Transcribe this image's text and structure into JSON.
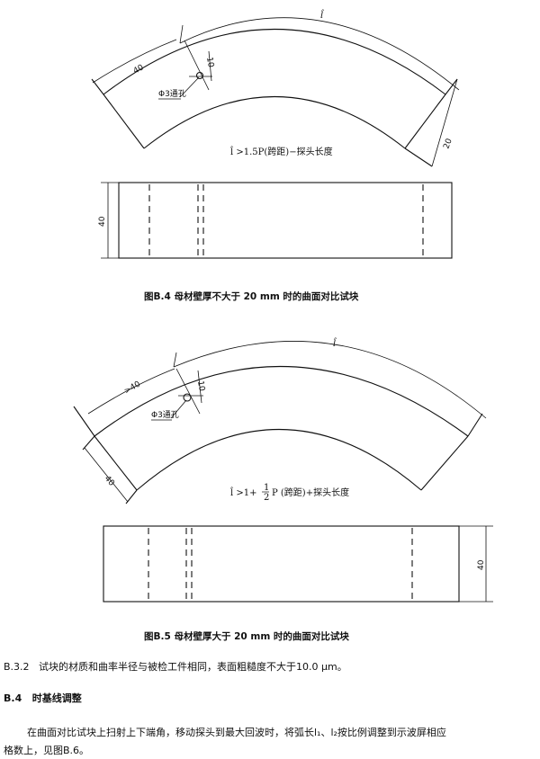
{
  "figure_b4": {
    "arc_label": "l̂",
    "dim_40": "40",
    "dim_10": "10",
    "dim_20": "20",
    "hole_label": "Φ3通孔",
    "formula": "l̂ >1.5P(跨距)−探头长度",
    "block_dim": "40",
    "caption": "图B.4   母材壁厚不大于 20 mm 时的曲面对比试块"
  },
  "figure_b5": {
    "arc_label": "l̂",
    "dim_gt40": ">40",
    "dim_10": "10",
    "dim_40": "40",
    "hole_label": "Φ3通孔",
    "formula_prefix": "l̂ >1+",
    "formula_num": "1",
    "formula_den": "2",
    "formula_suffix": "P (跨距)+探头长度",
    "block_dim": "40",
    "caption": "图B.5   母材壁厚大于 20 mm 时的曲面对比试块"
  },
  "text": {
    "b32_num": "B.3.2",
    "b32_body": "试块的材质和曲率半径与被检工件相同，表面粗糙度不大于10.0 μm。",
    "b4_num": "B.4",
    "b4_title": "时基线调整",
    "para_line1": "在曲面对比试块上扫射上下端角，移动探头到最大回波时，将弧长l₁、l₂按比例调整到示波屏相应",
    "para_line2": "格数上，见图B.6。"
  }
}
